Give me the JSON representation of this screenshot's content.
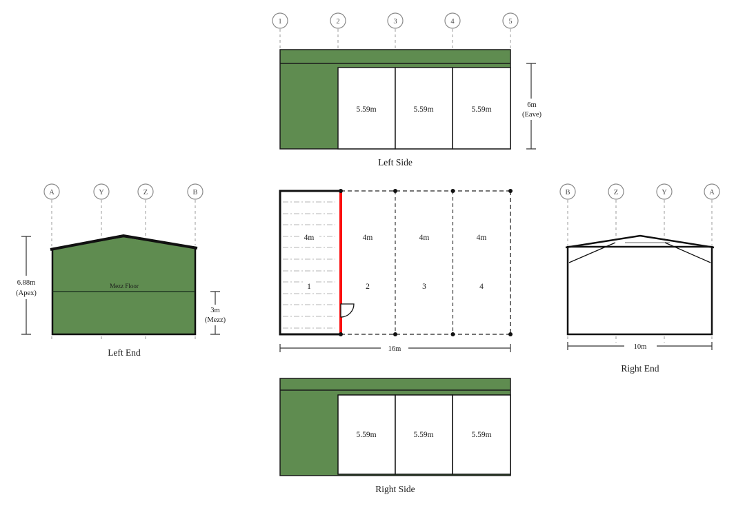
{
  "colors": {
    "green": "#5f8c50",
    "red": "#fb0d0d"
  },
  "left_side": {
    "title": "Left Side",
    "markers": [
      "1",
      "2",
      "3",
      "4",
      "5"
    ],
    "bays": [
      "5.59m",
      "5.59m",
      "5.59m"
    ],
    "eave_dim": {
      "value": "6m",
      "label": "(Eave)"
    }
  },
  "left_end": {
    "title": "Left End",
    "markers": [
      "A",
      "Y",
      "Z",
      "B"
    ],
    "mezz_floor_label": "Mezz Floor",
    "apex_dim": {
      "value": "6.88m",
      "label": "(Apex)"
    },
    "mezz_dim": {
      "value": "3m",
      "label": "(Mezz)"
    }
  },
  "floor_plan": {
    "bay_widths": [
      "4m",
      "4m",
      "4m",
      "4m"
    ],
    "bay_numbers": [
      "1",
      "2",
      "3",
      "4"
    ],
    "overall_dim": "16m"
  },
  "right_end": {
    "title": "Right End",
    "markers": [
      "B",
      "Z",
      "Y",
      "A"
    ],
    "overall_dim": "10m"
  },
  "right_side": {
    "title": "Right Side",
    "bays": [
      "5.59m",
      "5.59m",
      "5.59m"
    ]
  }
}
